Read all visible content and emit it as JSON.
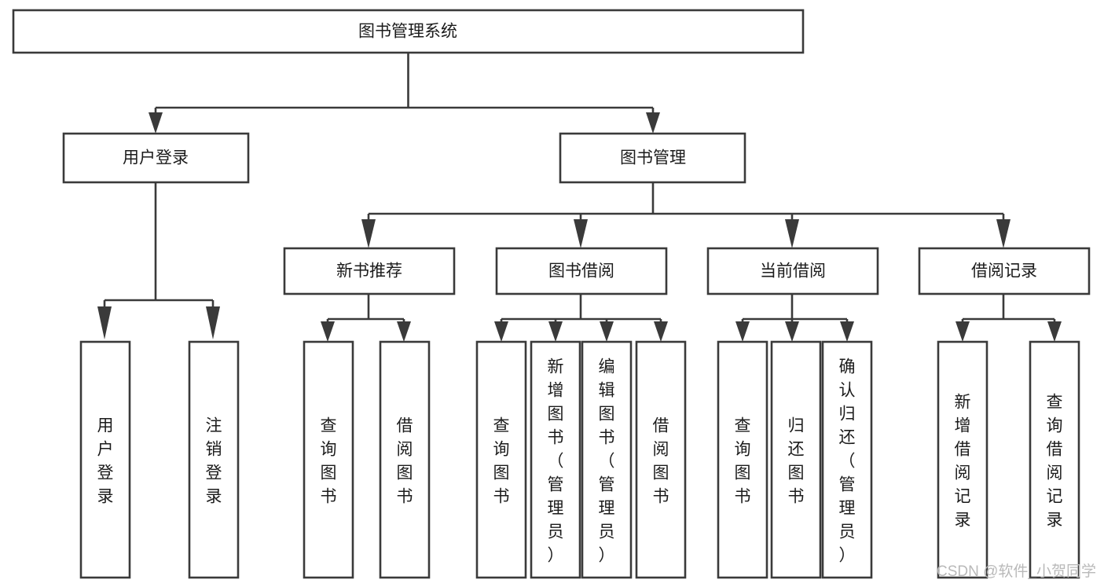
{
  "diagram": {
    "type": "tree",
    "title": "图书管理系统",
    "orientation": "top-down",
    "colors": {
      "box_fill": "#ffffff",
      "box_stroke": "#3a3a3a",
      "text": "#1b1b1b",
      "watermark": "#b9b9b9",
      "background": "#ffffff"
    },
    "levels": {
      "root": "图书管理系统",
      "level2": [
        "用户登录",
        "图书管理"
      ],
      "level3": [
        "新书推荐",
        "图书借阅",
        "当前借阅",
        "借阅记录"
      ]
    },
    "nodes": {
      "root": {
        "label": "图书管理系统",
        "orientation": "horizontal"
      },
      "user_login": {
        "label": "用户登录",
        "orientation": "horizontal"
      },
      "book_manage": {
        "label": "图书管理",
        "orientation": "horizontal"
      },
      "new_book_rec": {
        "label": "新书推荐",
        "orientation": "horizontal"
      },
      "book_borrow": {
        "label": "图书借阅",
        "orientation": "horizontal"
      },
      "current_borrow": {
        "label": "当前借阅",
        "orientation": "horizontal"
      },
      "borrow_record": {
        "label": "借阅记录",
        "orientation": "horizontal"
      },
      "leaf_user_login": {
        "label": "用户登录",
        "orientation": "vertical"
      },
      "leaf_logout": {
        "label": "注销登录",
        "orientation": "vertical"
      },
      "leaf_query_book_rec": {
        "label": "查询图书",
        "orientation": "vertical"
      },
      "leaf_borrow_book_rec": {
        "label": "借阅图书",
        "orientation": "vertical"
      },
      "leaf_query_book_borrow": {
        "label": "查询图书",
        "orientation": "vertical"
      },
      "leaf_add_book": {
        "label": "新增图书（管理员）",
        "orientation": "vertical"
      },
      "leaf_edit_book": {
        "label": "编辑图书（管理员）",
        "orientation": "vertical"
      },
      "leaf_borrow_book": {
        "label": "借阅图书",
        "orientation": "vertical"
      },
      "leaf_query_book_current": {
        "label": "查询图书",
        "orientation": "vertical"
      },
      "leaf_return_book": {
        "label": "归还图书",
        "orientation": "vertical"
      },
      "leaf_confirm_return": {
        "label": "确认归还（管理员）",
        "orientation": "vertical"
      },
      "leaf_add_record": {
        "label": "新增借阅记录",
        "orientation": "vertical"
      },
      "leaf_query_record": {
        "label": "查询借阅记录",
        "orientation": "vertical"
      }
    },
    "edges": [
      {
        "from": "root",
        "to": "user_login"
      },
      {
        "from": "root",
        "to": "book_manage"
      },
      {
        "from": "user_login",
        "to": "leaf_user_login"
      },
      {
        "from": "user_login",
        "to": "leaf_logout"
      },
      {
        "from": "book_manage",
        "to": "new_book_rec"
      },
      {
        "from": "book_manage",
        "to": "book_borrow"
      },
      {
        "from": "book_manage",
        "to": "current_borrow"
      },
      {
        "from": "book_manage",
        "to": "borrow_record"
      },
      {
        "from": "new_book_rec",
        "to": "leaf_query_book_rec"
      },
      {
        "from": "new_book_rec",
        "to": "leaf_borrow_book_rec"
      },
      {
        "from": "book_borrow",
        "to": "leaf_query_book_borrow"
      },
      {
        "from": "book_borrow",
        "to": "leaf_add_book"
      },
      {
        "from": "book_borrow",
        "to": "leaf_edit_book"
      },
      {
        "from": "book_borrow",
        "to": "leaf_borrow_book"
      },
      {
        "from": "current_borrow",
        "to": "leaf_query_book_current"
      },
      {
        "from": "current_borrow",
        "to": "leaf_return_book"
      },
      {
        "from": "current_borrow",
        "to": "leaf_confirm_return"
      },
      {
        "from": "borrow_record",
        "to": "leaf_add_record"
      },
      {
        "from": "borrow_record",
        "to": "leaf_query_record"
      }
    ]
  },
  "watermark": {
    "text": "CSDN @软件_小贺同学"
  }
}
